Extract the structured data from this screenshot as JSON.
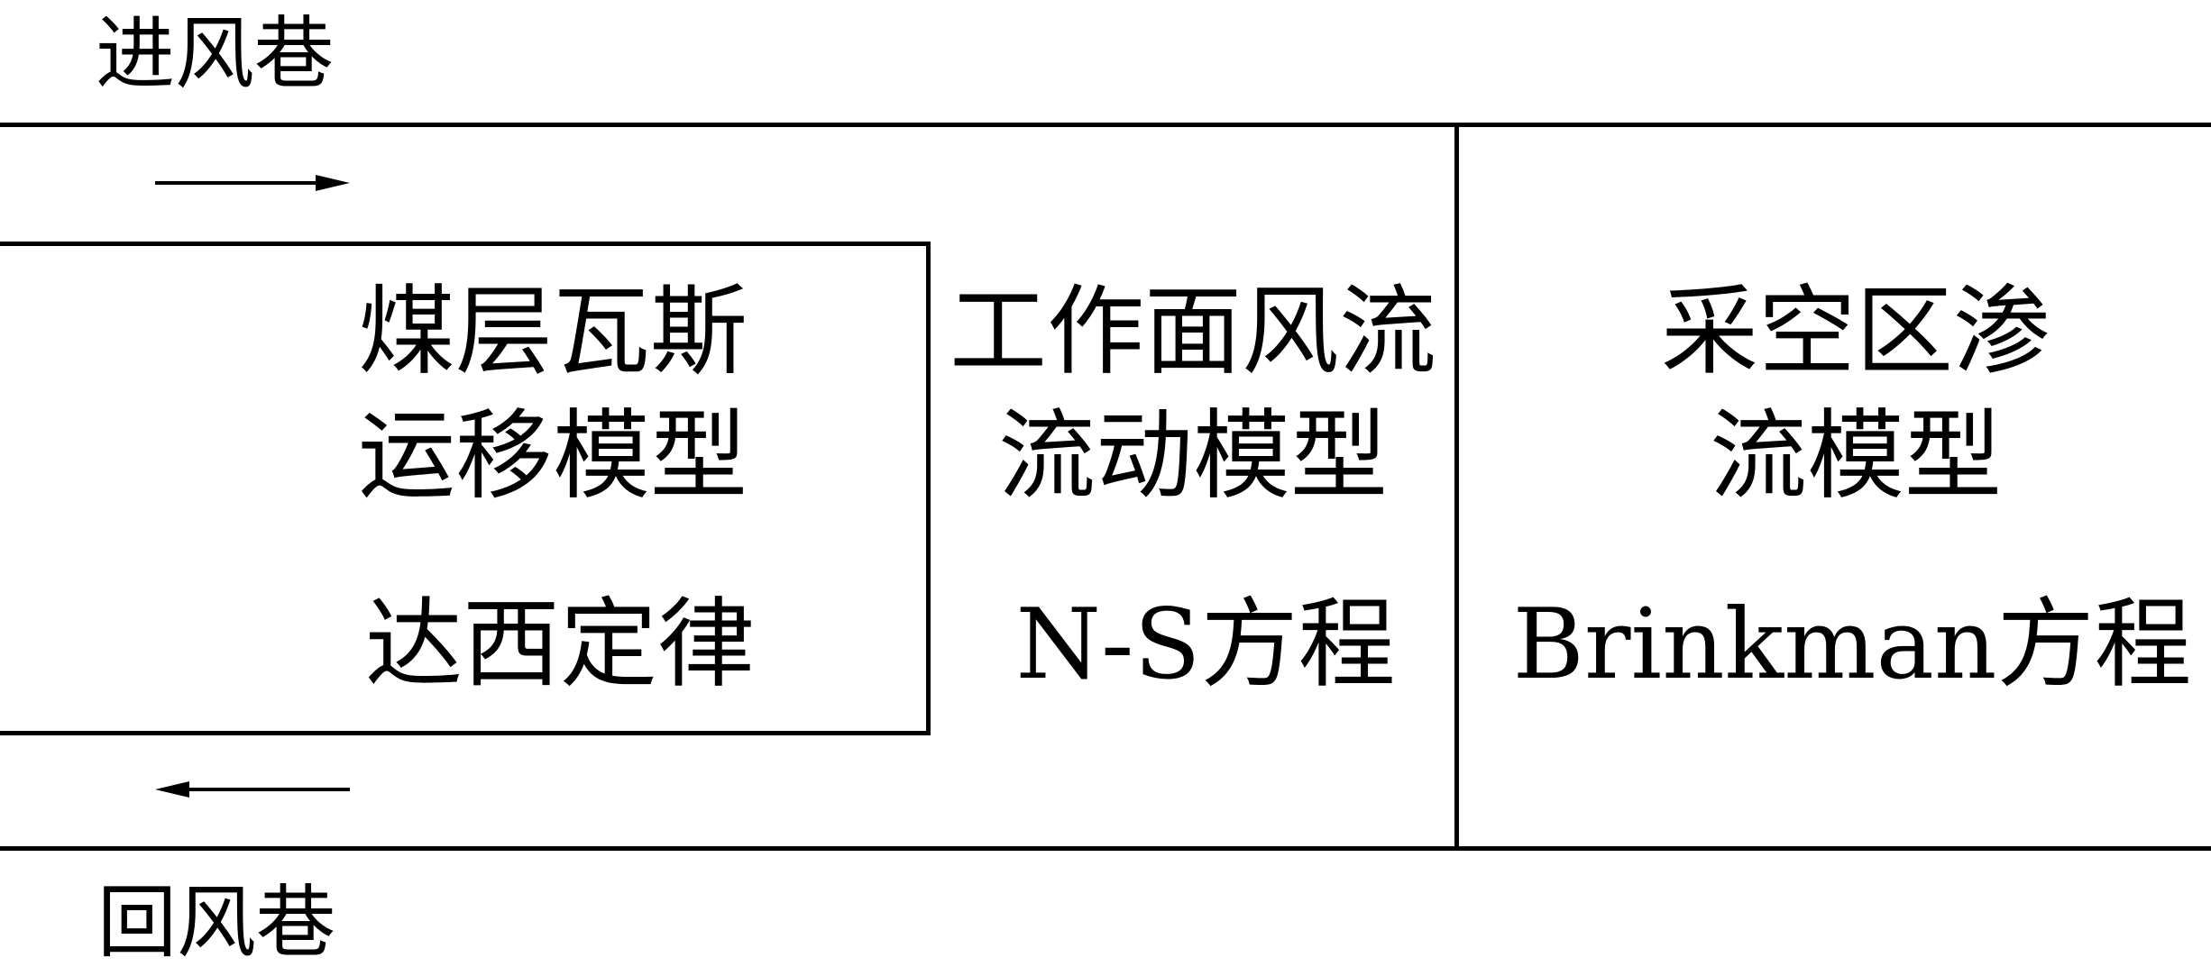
{
  "labels": {
    "intake_airway": "进风巷",
    "return_airway": "回风巷"
  },
  "coal_seam": {
    "line1": "煤层瓦斯",
    "line2": "运移模型",
    "equation": "达西定律"
  },
  "working_face": {
    "line1": "工作面风流",
    "line2": "流动模型",
    "equation": "N-S方程"
  },
  "goaf": {
    "line1": "采空区渗",
    "line2": "流模型",
    "equation": "Brinkman方程"
  }
}
